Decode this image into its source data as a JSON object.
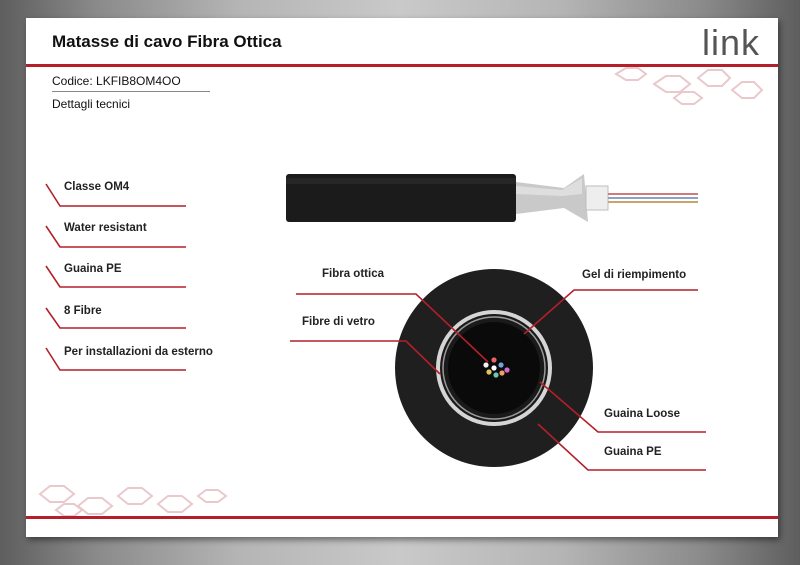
{
  "header": {
    "title": "Matasse di cavo Fibra Ottica",
    "logo_text": "link",
    "accent_color": "#b51f2a"
  },
  "product": {
    "code": "Codice: LKFIB8OM4OO",
    "section": "Dettagli tecnici"
  },
  "features": [
    "Classe OM4",
    "Water resistant",
    "Guaina PE",
    "8 Fibre",
    "Per installazioni da esterno"
  ],
  "cross_section_labels": {
    "fibra_ottica": "Fibra ottica",
    "fibre_di_vetro": "Fibre di vetro",
    "gel": "Gel di riempimento",
    "guaina_loose": "Guaina Loose",
    "guaina_pe": "Guaina PE"
  }
}
